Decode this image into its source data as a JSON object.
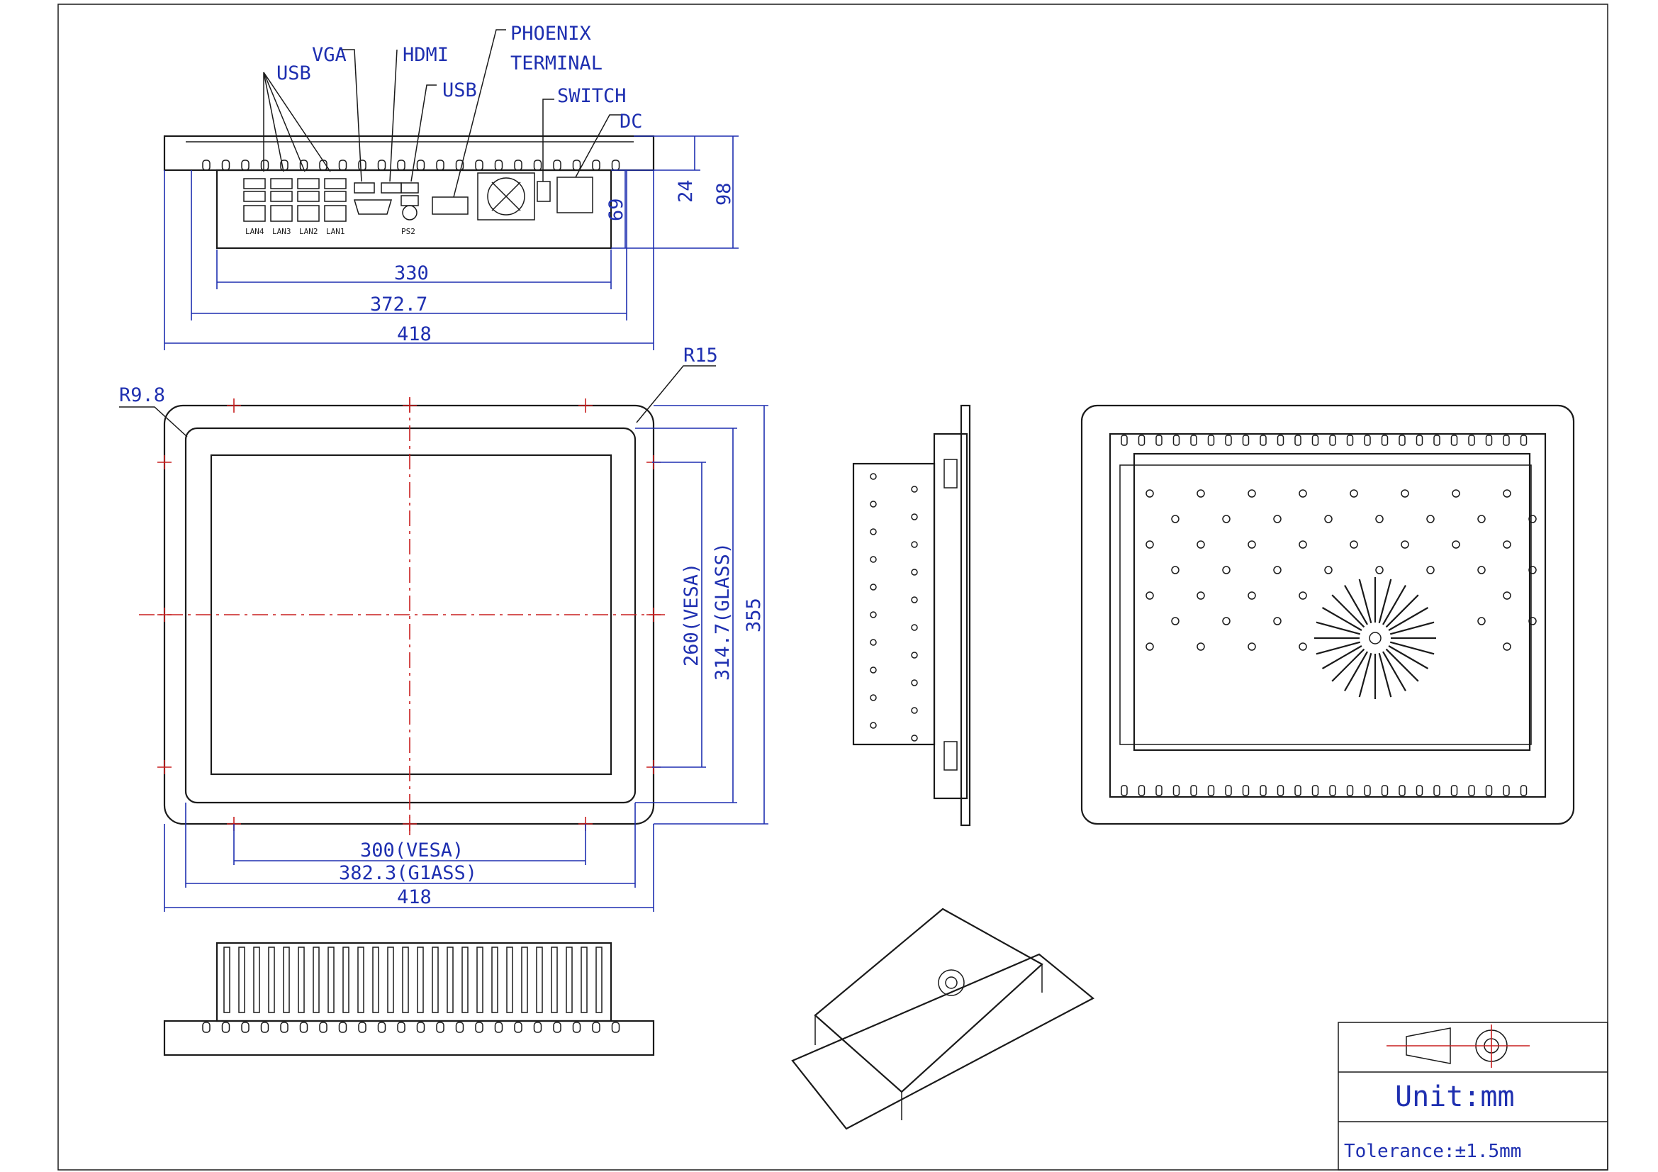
{
  "callouts": {
    "usb_left": "USB",
    "vga": "VGA",
    "hdmi": "HDMI",
    "usb_right": "USB",
    "phoenix_line1": "PHOENIX",
    "phoenix_line2": "TERMINAL",
    "switch": "SWITCH",
    "dc": "DC",
    "lan4": "LAN4",
    "lan3": "LAN3",
    "lan2": "LAN2",
    "lan1": "LAN1",
    "ps2": "PS2"
  },
  "top_view_dims": {
    "d330": "330",
    "d372": "372.7",
    "d418": "418",
    "d24": "24",
    "d98": "98",
    "d69": "69"
  },
  "front_view_dims": {
    "r98": "R9.8",
    "r15": "R15",
    "vesa_h": "300(VESA)",
    "glass_h": "382.3(G1ASS)",
    "d418": "418",
    "vesa_v": "260(VESA)",
    "glass_v": "314.7(GLASS)",
    "d355": "355"
  },
  "title_block": {
    "unit": "Unit:mm",
    "tolerance": "Tolerance:±1.5mm"
  },
  "colors": {
    "line": "#1a1a1a",
    "dimension": "#1e2fb0",
    "centerline": "#c81e1e"
  }
}
